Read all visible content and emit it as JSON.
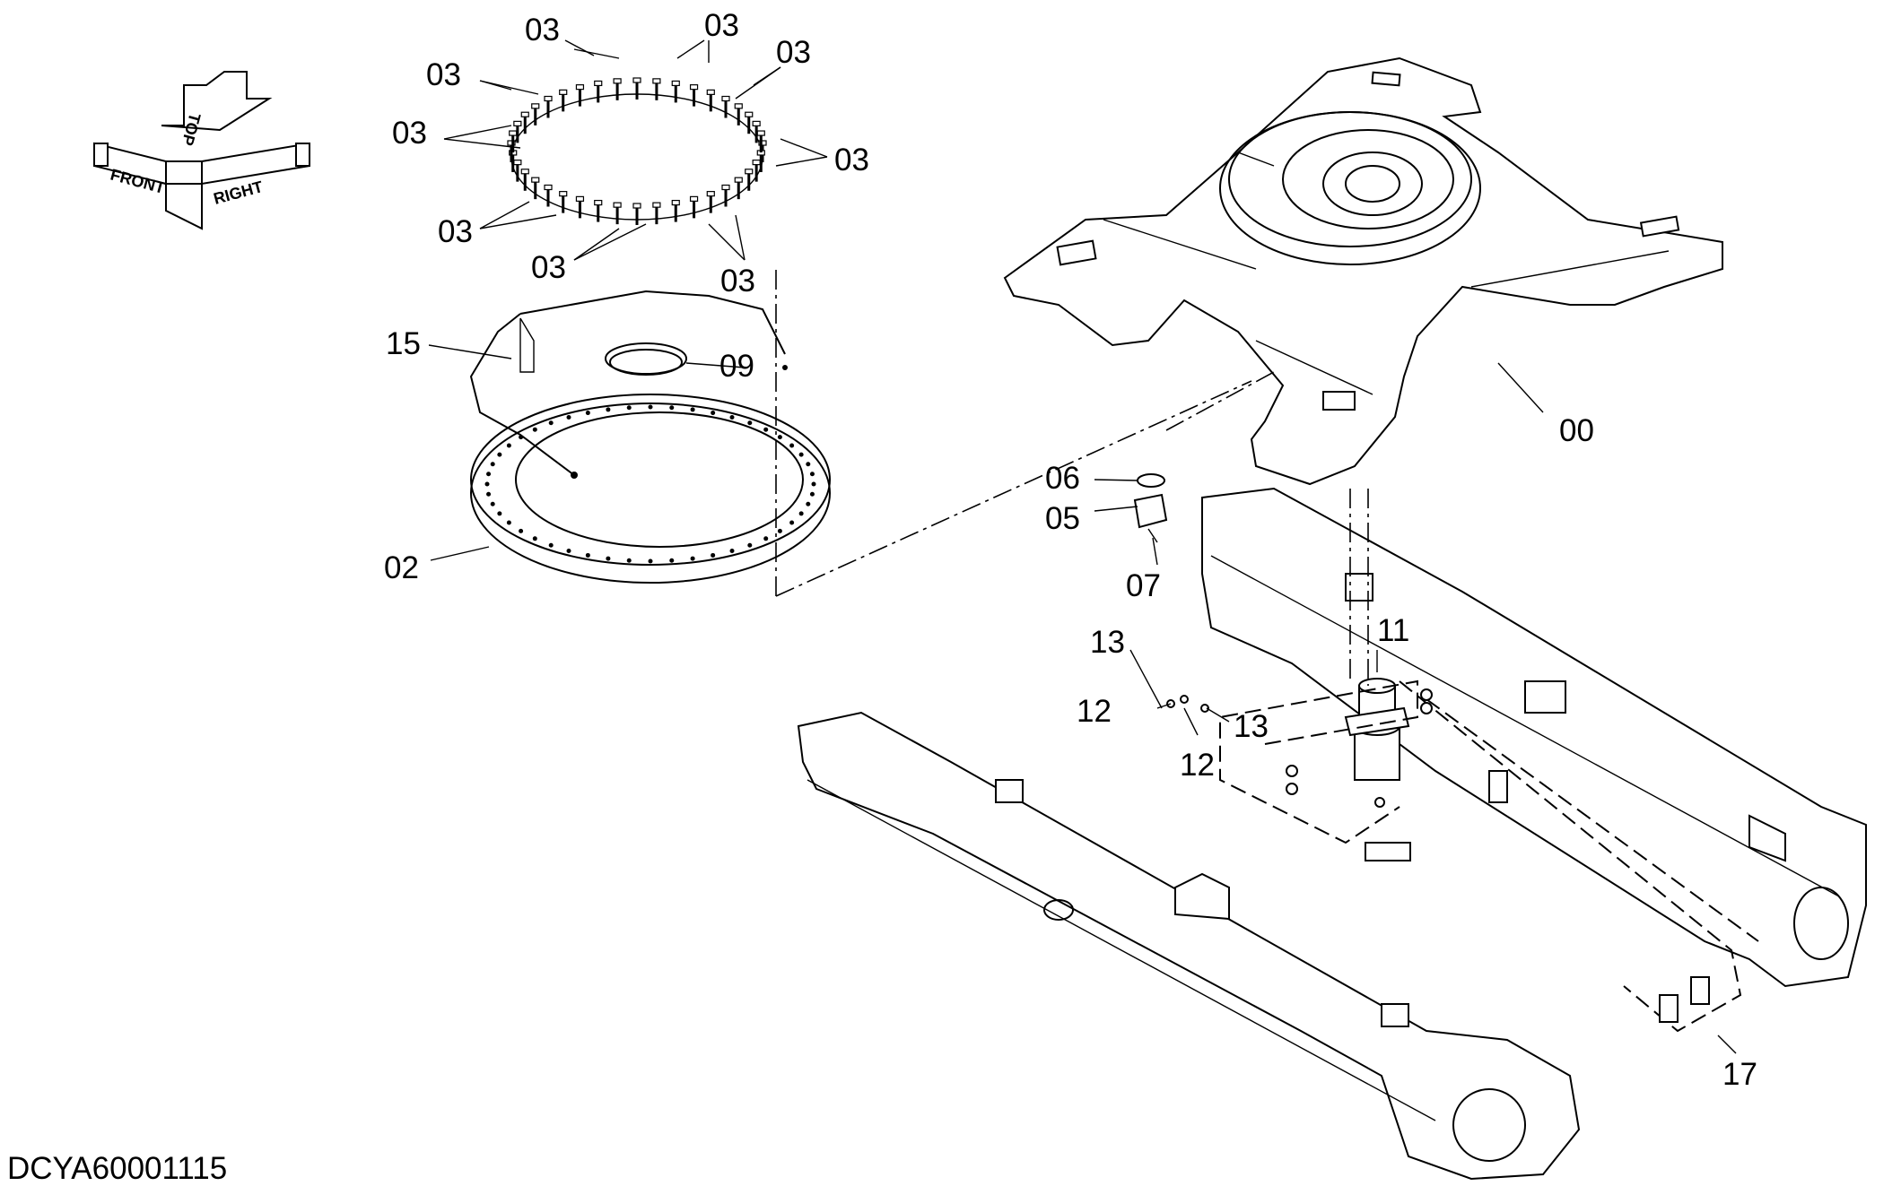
{
  "drawing_code": "DCYA60001115",
  "orientation": {
    "top": "TOP",
    "front": "FRONT",
    "right": "RIGHT"
  },
  "callouts": {
    "c00": "00",
    "c02": "02",
    "c03": "03",
    "c05": "05",
    "c06": "06",
    "c07": "07",
    "c09": "09",
    "c11": "11",
    "c12": "12",
    "c13": "13",
    "c15": "15",
    "c17": "17"
  }
}
